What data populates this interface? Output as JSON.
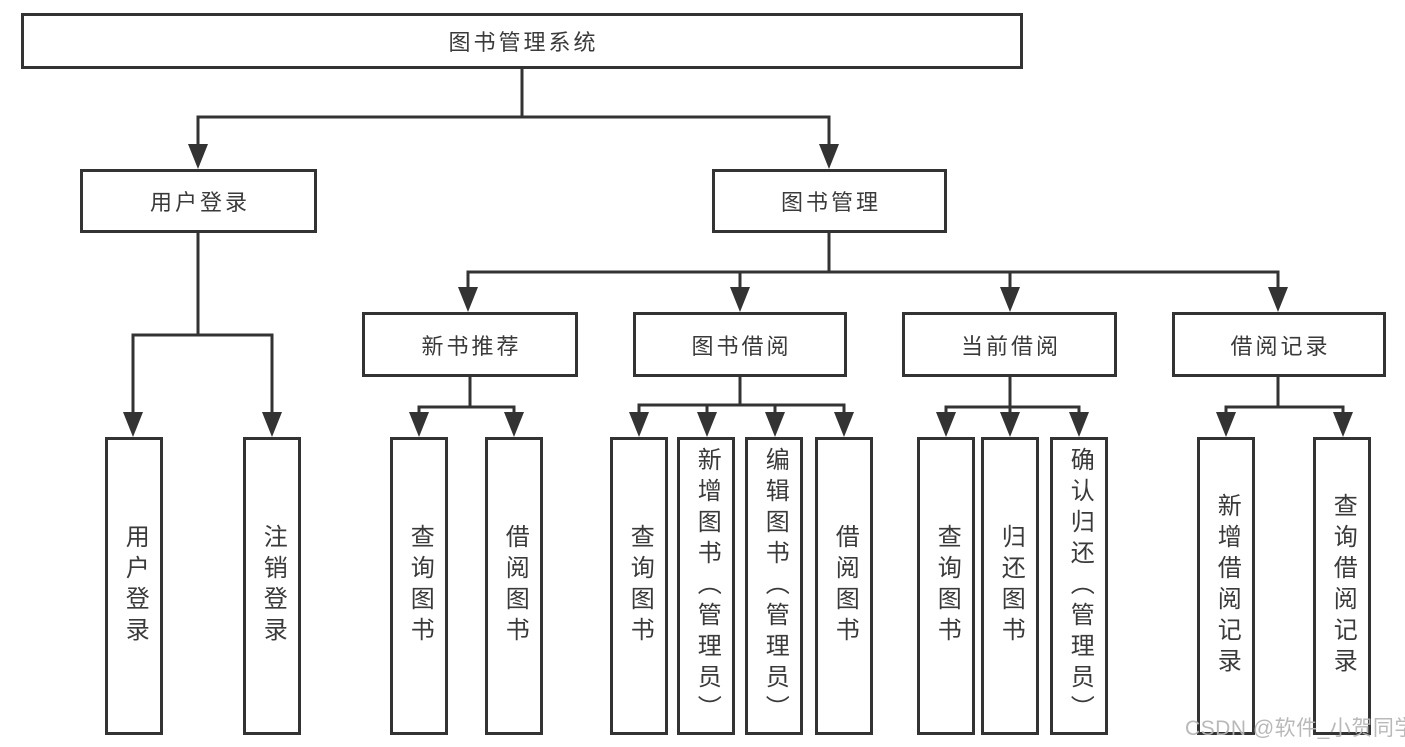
{
  "tree": {
    "label": "图书管理系统",
    "children": [
      {
        "label": "用户登录",
        "children": [
          {
            "label": "用户登录"
          },
          {
            "label": "注销登录"
          }
        ]
      },
      {
        "label": "图书管理",
        "children": [
          {
            "label": "新书推荐",
            "children": [
              {
                "label": "查询图书"
              },
              {
                "label": "借阅图书"
              }
            ]
          },
          {
            "label": "图书借阅",
            "children": [
              {
                "label": "查询图书"
              },
              {
                "label": "新增图书（管理员）"
              },
              {
                "label": "编辑图书（管理员）"
              },
              {
                "label": "借阅图书"
              }
            ]
          },
          {
            "label": "当前借阅",
            "children": [
              {
                "label": "查询图书"
              },
              {
                "label": "归还图书"
              },
              {
                "label": "确认归还（管理员）"
              }
            ]
          },
          {
            "label": "借阅记录",
            "children": [
              {
                "label": "新增借阅记录"
              },
              {
                "label": "查询借阅记录"
              }
            ]
          }
        ]
      }
    ]
  },
  "watermark": {
    "text": "CSDN @软件_小贺同学"
  },
  "colors": {
    "line": "#333333",
    "text": "#3a3a3a",
    "watermark": "#b6b6b6",
    "background": "#ffffff"
  }
}
